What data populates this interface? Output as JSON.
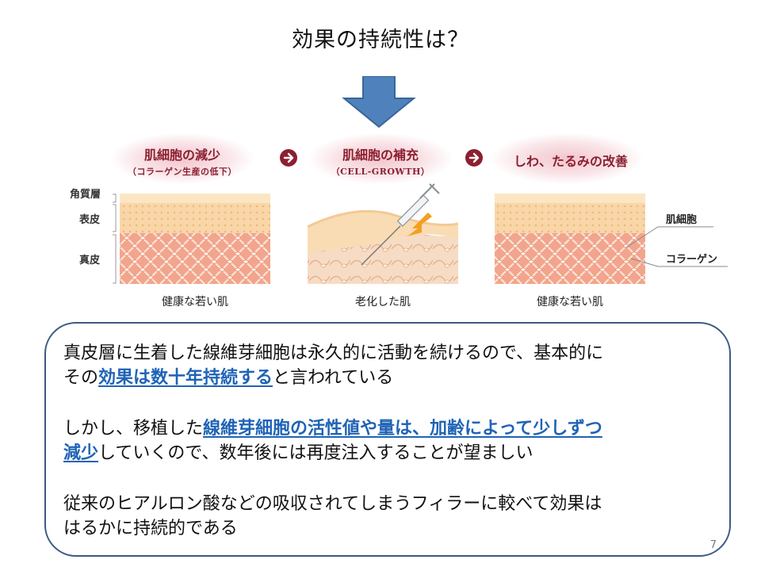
{
  "slide": {
    "title": "効果の持続性は？",
    "page_number": "7"
  },
  "diagram": {
    "stage1": {
      "title": "肌細胞の減少",
      "subtitle": "（コラーゲン生産の低下）"
    },
    "stage2": {
      "title": "肌細胞の補充",
      "subtitle": "（CELL-GROWTH）"
    },
    "stage3": {
      "title": "しわ、たるみの改善"
    },
    "layer_labels": [
      "角質層",
      "表皮",
      "真皮"
    ],
    "captions": [
      "健康な若い肌",
      "老化した肌",
      "健康な若い肌"
    ],
    "callouts": [
      "肌細胞",
      "コラーゲン"
    ],
    "colors": {
      "accent": "#8b2030",
      "arrow": "#4f81bd",
      "border": "#3c5a82",
      "highlight": "#1f63b5"
    }
  },
  "body": {
    "p1": {
      "line1": "真皮層に生着した線維芽細胞は永久的に活動を続けるので、基本的に",
      "line2_pre": "その",
      "line2_hl": "効果は数十年持続する",
      "line2_post": "と言われている"
    },
    "p2": {
      "line1_pre": "しかし、移植した",
      "line1_hl": "線維芽細胞の活性値や量は、加齢によって少しずつ",
      "line2_hl": "減少",
      "line2_post": "していくので、数年後には再度注入することが望ましい"
    },
    "p3": {
      "line1": "従来のヒアルロン酸などの吸収されてしまうフィラーに較べて効果は",
      "line2": "はるかに持続的である"
    }
  }
}
